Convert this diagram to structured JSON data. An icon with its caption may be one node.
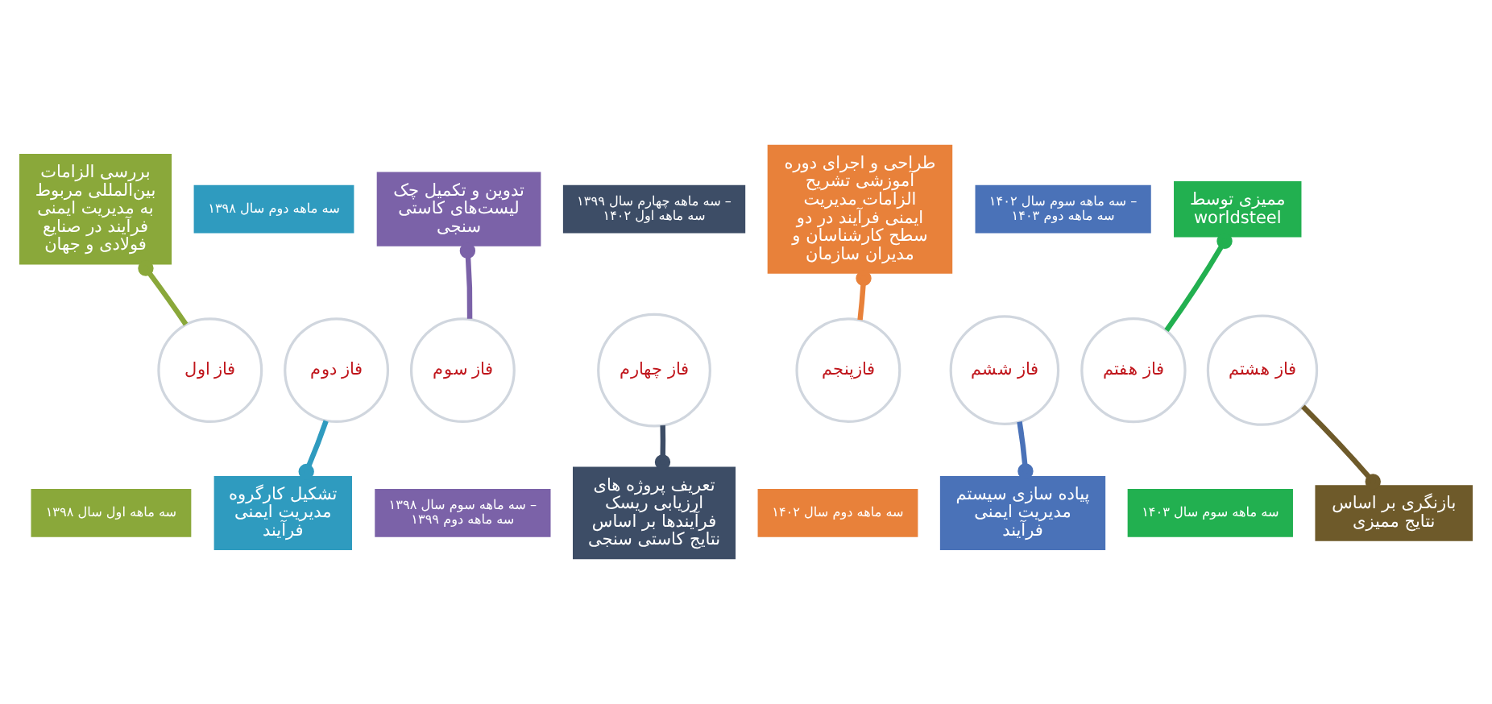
{
  "diagram": {
    "nodes": [
      {
        "text": [
          "فاز اول"
        ]
      },
      {
        "text": [
          "سه ماهه اول سال ۱۳۹۸"
        ]
      },
      {
        "text": [
          "بررسی الزامات بین‌المللی مربوط به مدیریت ایمنی فرآیند در صنایع فولادی و جهان"
        ]
      },
      {
        "text": [
          "فاز دوم"
        ]
      },
      {
        "text": [
          "سه ماهه دوم سال ۱۳۹۸"
        ]
      },
      {
        "text": [
          "تشکیل کارگروه مدیریت ایمنی فرآیند"
        ]
      },
      {
        "text": [
          "فاز سوم"
        ]
      },
      {
        "text": [
          "سه ماهه سوم سال ۱۳۹۸ – سه ماهه دوم ۱۳۹۹"
        ]
      },
      {
        "text": [
          "تدوین و تکمیل چک لیست‌های کاستی سنجی"
        ]
      },
      {
        "text": [
          "فاز چهارم"
        ]
      },
      {
        "text": [
          "سه ماهه چهارم سال ۱۳۹۹ – سه ماهه اول ۱۴۰۲"
        ]
      },
      {
        "text": [
          "تعریف پروژه های ارزیابی ریسک فرآیندها بر اساس نتایج کاستی سنجی"
        ]
      },
      {
        "text": [
          "فازپنجم"
        ]
      },
      {
        "text": [
          "سه ماهه دوم سال ۱۴۰۲"
        ]
      },
      {
        "text": [
          "طراحی و اجرای دوره آموزشی تشریح الزامات مدیریت ایمنی فرآیند در دو سطح کارشناسان و مدیران سازمان"
        ]
      },
      {
        "text": [
          "فاز ششم"
        ]
      },
      {
        "text": [
          "سه ماهه سوم سال ۱۴۰۲ – سه ماهه دوم ۱۴۰۳"
        ]
      },
      {
        "text": [
          "پیاده سازی سیستم مدیریت ایمنی فرآیند"
        ]
      },
      {
        "text": [
          "فاز هفتم"
        ]
      },
      {
        "text": [
          "سه ماهه سوم سال ۱۴۰۳"
        ]
      },
      {
        "text": [
          "ممیزی توسط worldsteel"
        ]
      },
      {
        "text": [
          "فاز هشتم"
        ]
      },
      {
        "text": [
          "بازنگری بر اساس نتایج ممیزی"
        ]
      }
    ],
    "edges": [
      {
        "from": 0,
        "to": 2,
        "arrow": "other",
        "color": "#8aa83a"
      },
      {
        "from": 3,
        "to": 5,
        "arrow": "other",
        "color": "#2f9bbf"
      },
      {
        "from": 6,
        "to": 8,
        "arrow": "other",
        "color": "#7b62a8"
      },
      {
        "from": 9,
        "to": 11,
        "arrow": "other",
        "color": "#3d4d66"
      },
      {
        "from": 12,
        "to": 14,
        "arrow": "other",
        "color": "#e8813a"
      },
      {
        "from": 15,
        "to": 17,
        "arrow": "other",
        "color": "#4a72b8"
      },
      {
        "from": 18,
        "to": 20,
        "arrow": "other",
        "color": "#22b050"
      },
      {
        "from": 21,
        "to": 22,
        "arrow": "other",
        "color": "#6e5a2a"
      }
    ]
  }
}
